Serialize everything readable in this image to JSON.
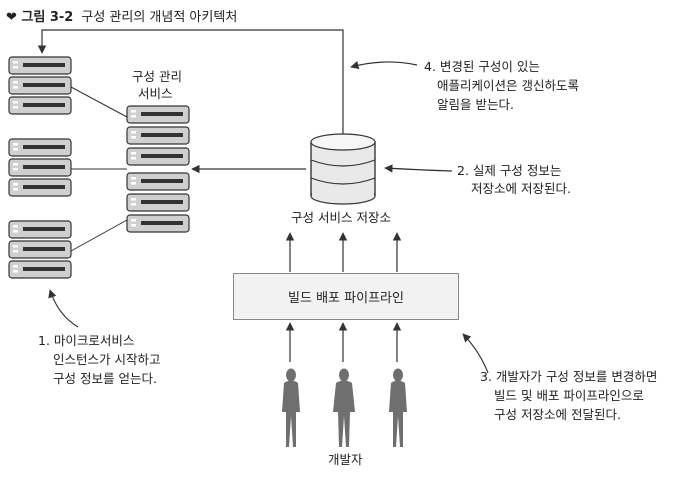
{
  "figure": {
    "number_label": "❤ 그림 3-2",
    "caption": "구성 관리의 개념적 아키텍처"
  },
  "labels": {
    "config_service_line1": "구성 관리",
    "config_service_line2": "서비스",
    "store_label": "구성 서비스 저장소",
    "pipeline_label": "빌드 배포 파이프라인",
    "developers_label": "개발자"
  },
  "annotations": {
    "note1": [
      "1. 마이크로서비스",
      "인스턴스가 시작하고",
      "구성 정보를 얻는다."
    ],
    "note2": [
      "2. 실제 구성 정보는",
      "저장소에 저장된다."
    ],
    "note3": [
      "3. 개발자가 구성 정보를 변경하면",
      "빌드 및 배포 파이프라인으로",
      "구성 저장소에 전달된다."
    ],
    "note4": [
      "4. 변경된 구성이 있는",
      "애플리케이션은 갱신하도록",
      "알림을 받는다."
    ]
  },
  "colors": {
    "server_fill": "#cfcfcf",
    "server_stroke": "#333333",
    "server_slot": "#333333",
    "database_fill": "#e9e9e9",
    "person_fill": "#6f6f6f",
    "pipeline_fill": "#f2f2f2",
    "line": "#333333"
  }
}
